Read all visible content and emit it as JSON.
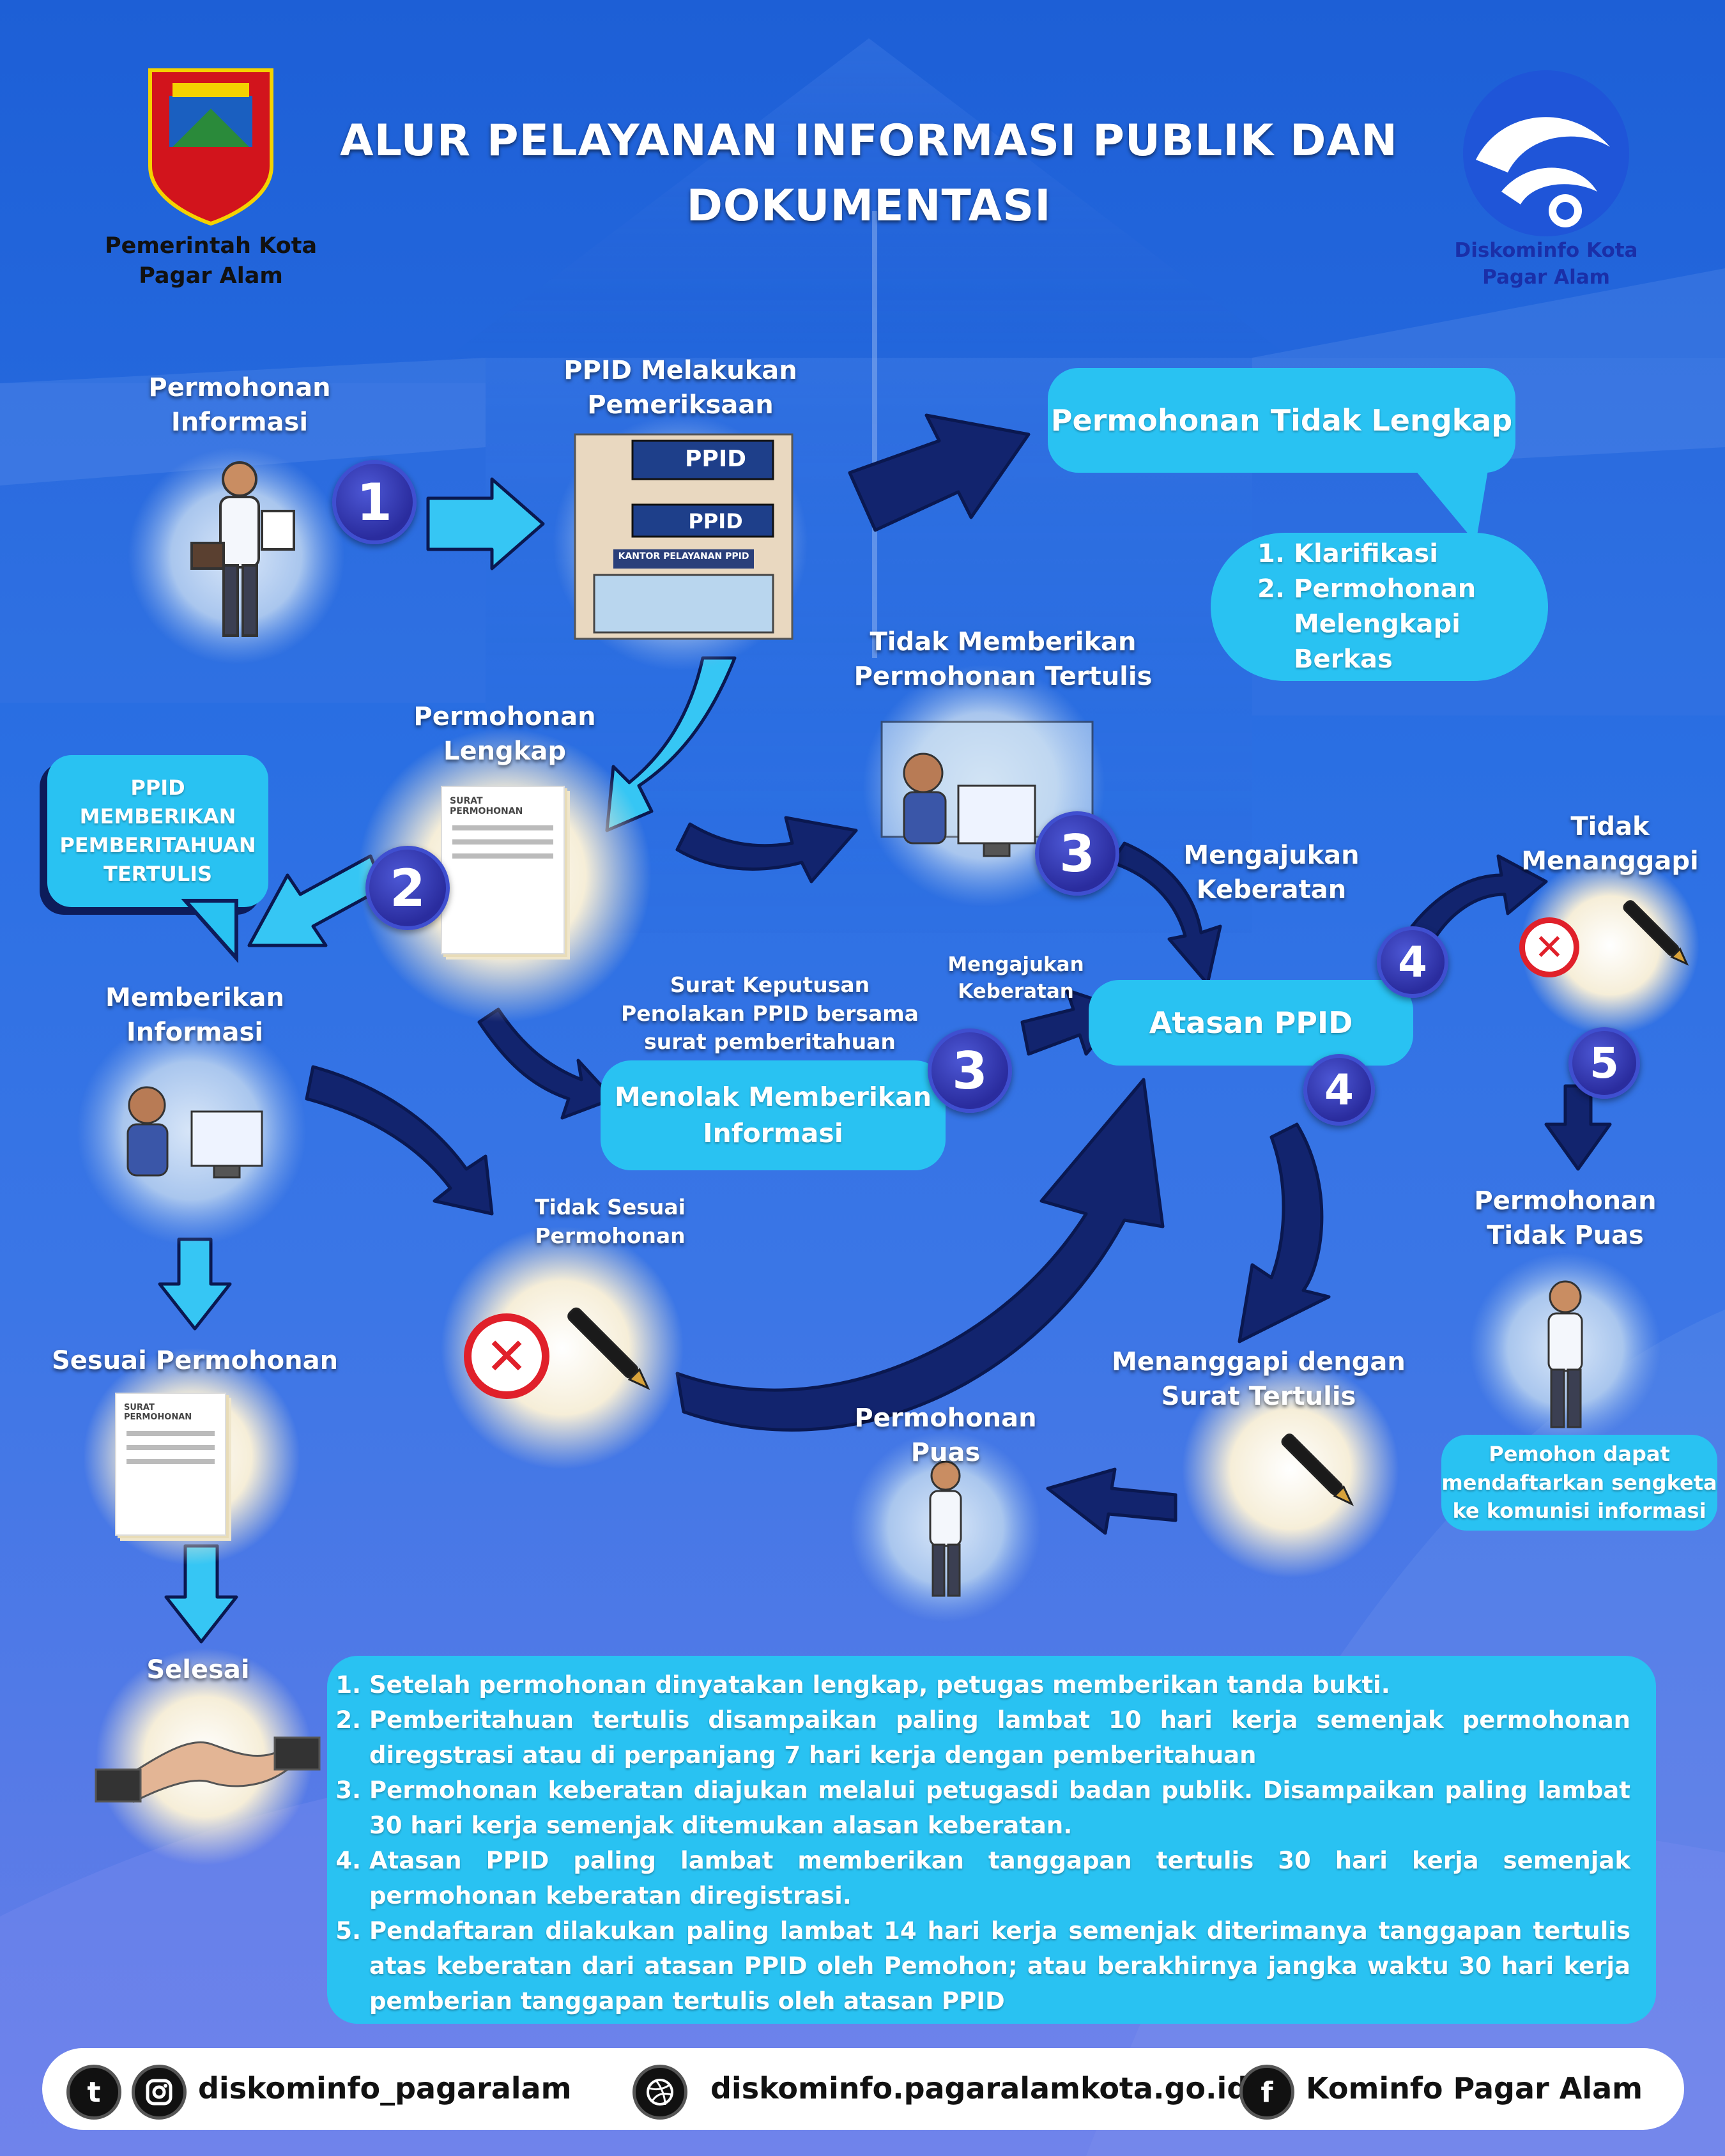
{
  "header": {
    "title": "ALUR PELAYANAN INFORMASI PUBLIK DAN DOKUMENTASI",
    "left_logo_caption": "Pemerintah Kota Pagar Alam",
    "right_logo_caption": "Diskominfo Kota Pagar Alam"
  },
  "flow": {
    "permohonan_informasi": "Permohonan Informasi",
    "ppid_pemeriksaan": "PPID Melakukan Pemeriksaan",
    "tidak_lengkap": "Permohonan Tidak Lengkap",
    "klarifikasi": "Klarifikasi",
    "melengkapi": "Permohonan Melengkapi Berkas",
    "permohonan_lengkap": "Permohonan Lengkap",
    "tidak_memberikan_tertulis": "Tidak Memberikan Permohonan Tertulis",
    "ppid_pemberitahuan": "PPID MEMBERIKAN PEMBERITAHUAN TERTULIS",
    "memberikan_informasi": "Memberikan Informasi",
    "sesuai_permohonan": "Sesuai Permohonan",
    "selesai": "Selesai",
    "surat_keputusan": "Surat Keputusan Penolakan PPID bersama surat pemberitahuan",
    "menolak": "Menolak Memberikan Informasi",
    "mengajukan_keberatan_small": "Mengajukan Keberatan",
    "mengajukan_keberatan": "Mengajukan Keberatan",
    "atasan_ppid": "Atasan PPID",
    "tidak_menanggapi": "Tidak Menanggapi",
    "tidak_sesuai": "Tidak Sesuai Permohonan",
    "menanggapi_surat": "Menanggapi dengan Surat Tertulis",
    "permohonan_puas": "Permohonan Puas",
    "permohonan_tidak_puas": "Permohonan Tidak Puas",
    "sengketa": "Pemohon dapat mendaftarkan sengketa ke komunisi informasi",
    "doc_header": "SURAT PERMOHONAN",
    "building_sign_1": "PPID",
    "building_sign_2": "PPID",
    "building_sign_3": "KANTOR PELAYANAN PPID",
    "numbers": [
      "1",
      "2",
      "3",
      "3",
      "4",
      "4",
      "5"
    ]
  },
  "notes": [
    "Setelah permohonan dinyatakan lengkap, petugas memberikan tanda bukti.",
    "Pemberitahuan tertulis disampaikan paling lambat 10 hari kerja semenjak permohonan diregstrasi atau di perpanjang 7 hari kerja dengan pemberitahuan",
    "Permohonan keberatan diajukan melalui petugasdi badan publik. Disampaikan paling lambat 30 hari kerja semenjak ditemukan alasan keberatan.",
    "Atasan PPID paling lambat memberikan tanggapan tertulis 30 hari kerja semenjak permohonan keberatan diregistrasi.",
    "Pendaftaran dilakukan paling lambat 14 hari kerja semenjak diterimanya tanggapan tertulis atas keberatan dari atasan PPID oleh Pemohon; atau berakhirnya jangka waktu 30 hari kerja pemberian tanggapan tertulis oleh atasan PPID"
  ],
  "footer": {
    "social_handle": "diskominfo_pagaralam",
    "website": "diskominfo.pagaralamkota.go.id",
    "facebook": "Kominfo Pagar Alam",
    "icon_t": "t",
    "icon_f": "f"
  },
  "colors": {
    "bubble": "#29c2f2",
    "arrow_dark": "#12246e",
    "arrow_light": "#36c6f4",
    "number_circle": "#2f34a8",
    "reject": "#e0202a"
  }
}
